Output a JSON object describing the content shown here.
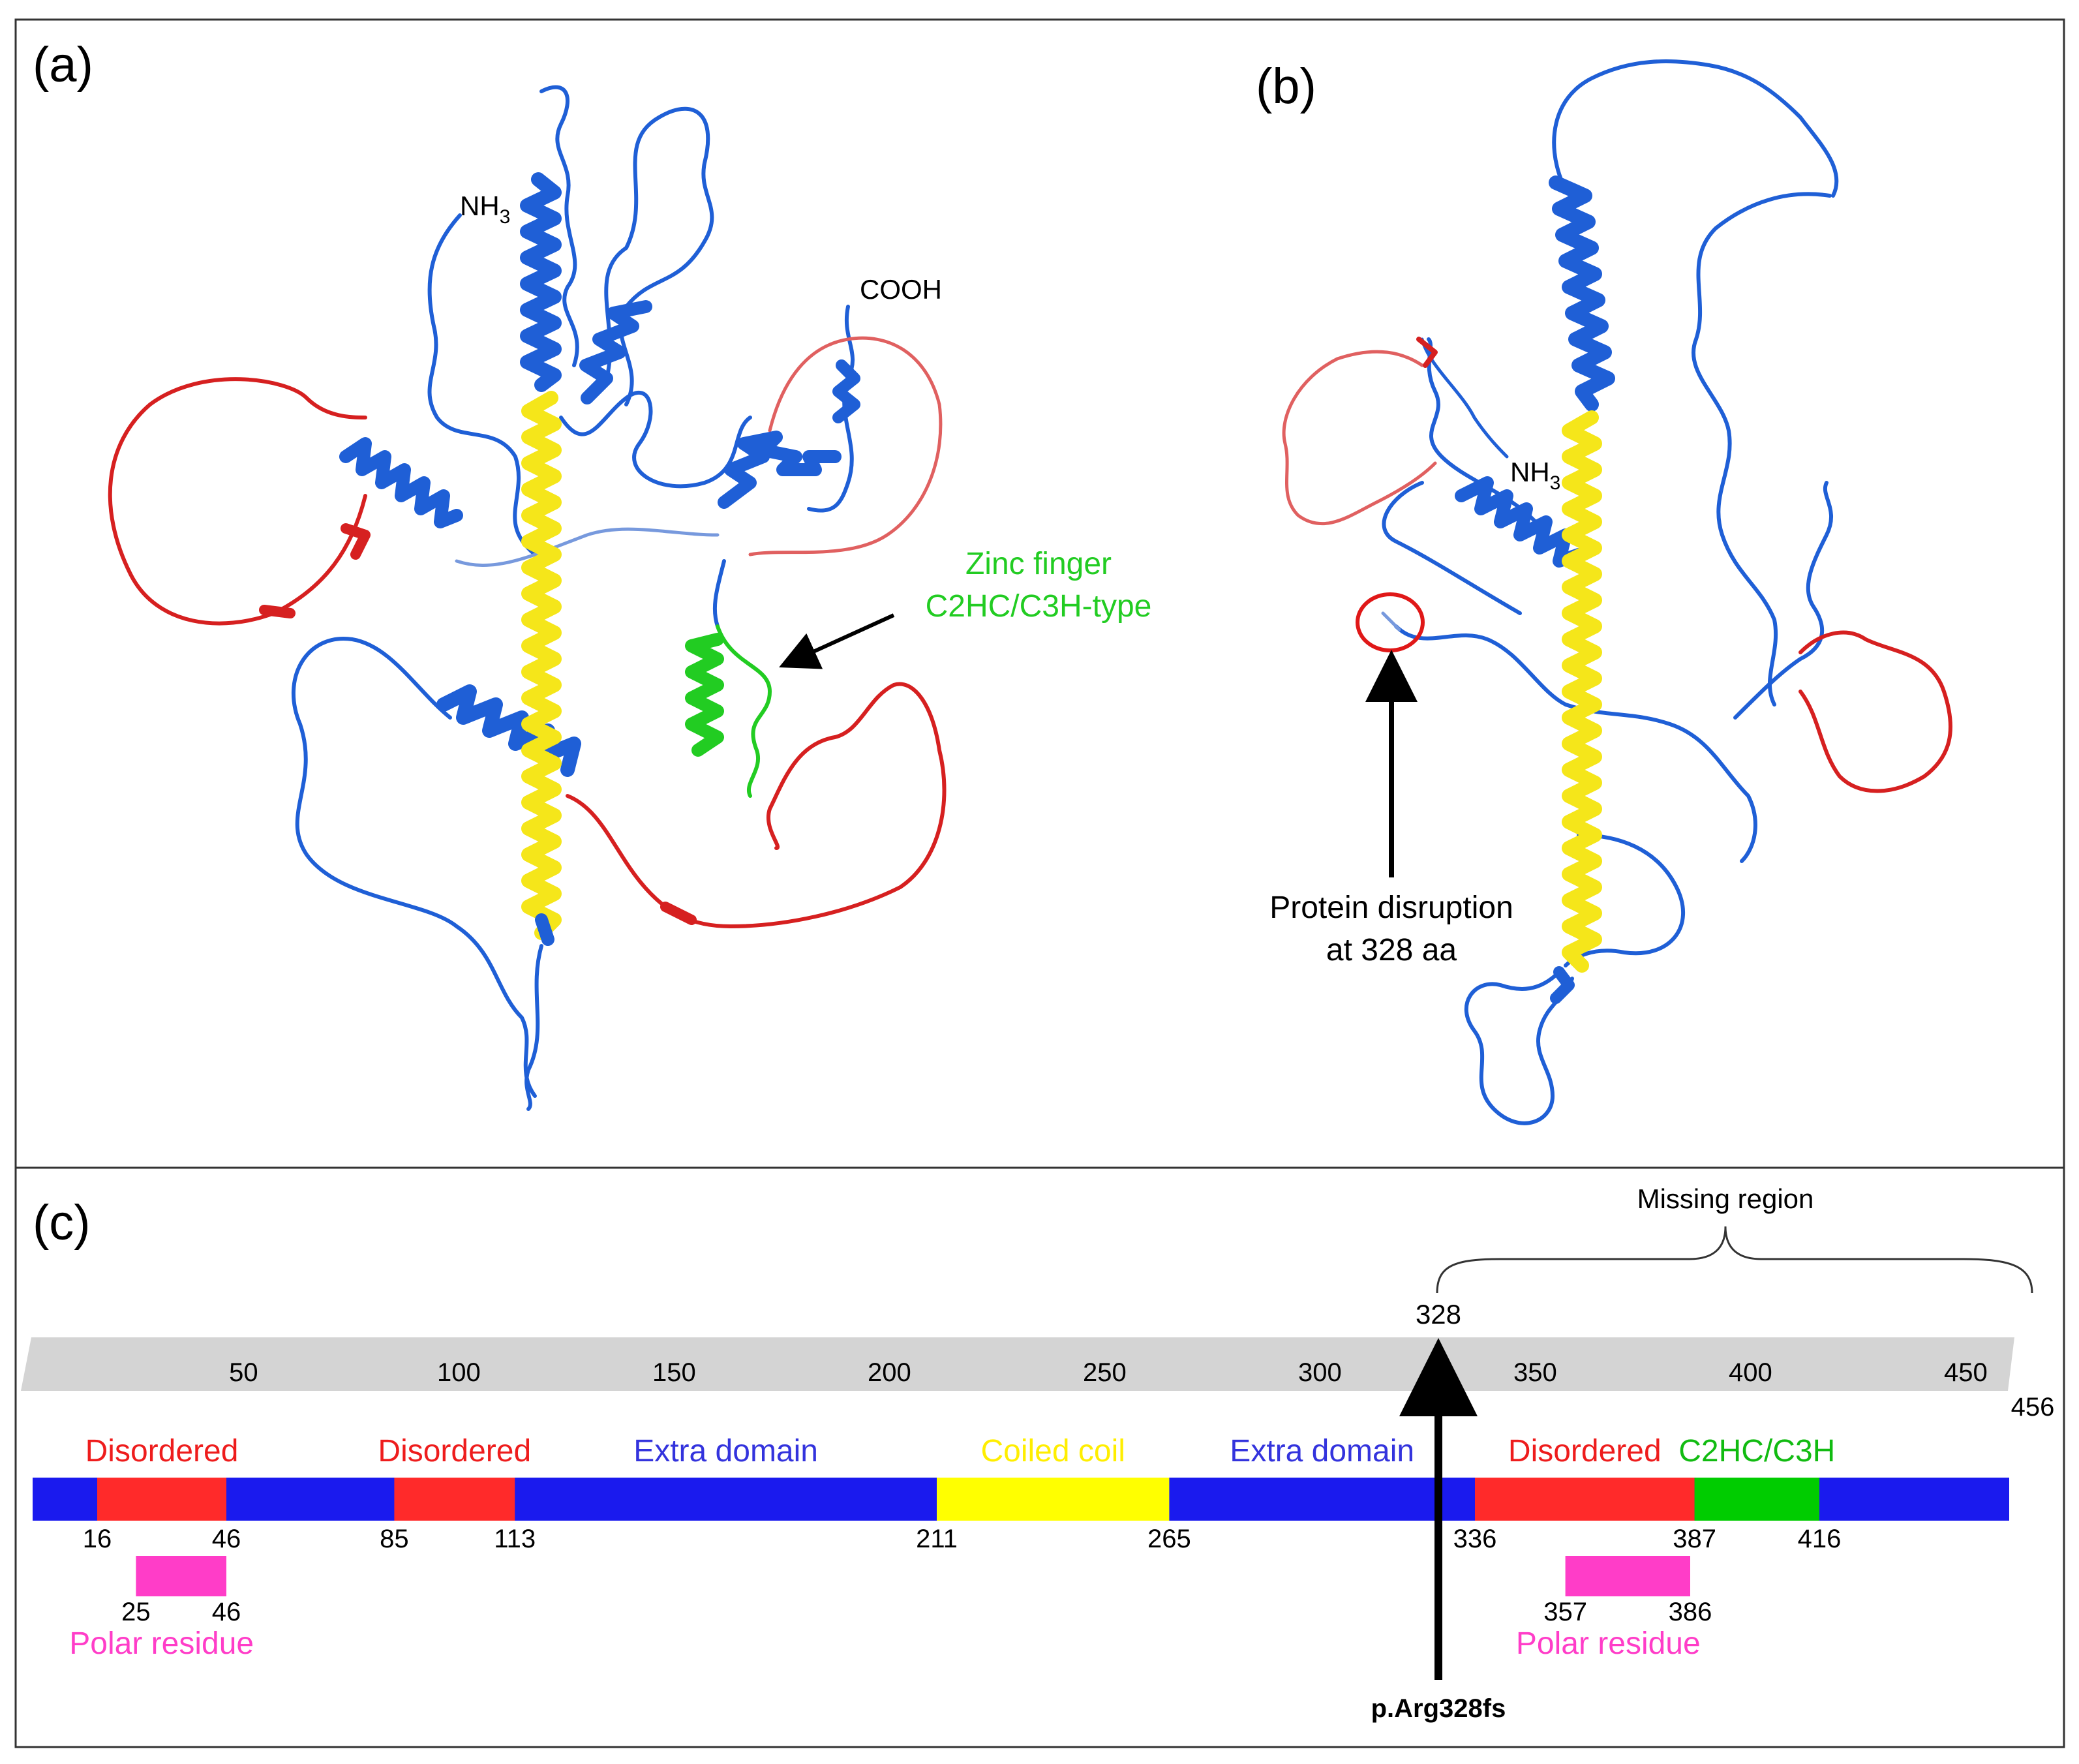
{
  "panels": {
    "a": {
      "label": "(a)",
      "nh3_text": "NH",
      "nh3_sub": "3",
      "cooh": "COOH",
      "zinc_line1": "Zinc finger",
      "zinc_line2": "C2HC/C3H-type"
    },
    "b": {
      "label": "(b)",
      "nh3_text": "NH",
      "nh3_sub": "3",
      "disruption_line1": "Protein disruption",
      "disruption_line2": "at 328 aa"
    },
    "c": {
      "label": "(c)",
      "missing_region": "Missing region",
      "mutation_position": "328",
      "mutation_label": "p.Arg328fs",
      "scale_end_label": "456"
    }
  },
  "colors": {
    "helix_blue": "#1f5fd6",
    "loop_red": "#d62020",
    "coiled_yellow": "#f5e61a",
    "zinc_green": "#22cc22",
    "domain_blue": "#1a1aee",
    "domain_red": "#ff2a2a",
    "domain_yellow": "#ffff00",
    "domain_green": "#00cc00",
    "polar_magenta": "#ff3dc8",
    "ruler_gray": "#d4d4d4"
  },
  "chart_data": {
    "type": "protein_domain_map",
    "protein_length": 456,
    "ruler_ticks": [
      50,
      100,
      150,
      200,
      250,
      300,
      350,
      400,
      450
    ],
    "ruler_end": 456,
    "domains": [
      {
        "name": "Disordered",
        "start": 16,
        "end": 46,
        "color": "#ff2a2a",
        "label_color": "#ee1c1c"
      },
      {
        "name": "Disordered",
        "start": 85,
        "end": 113,
        "color": "#ff2a2a",
        "label_color": "#ee1c1c"
      },
      {
        "name": "Extra domain",
        "start": 113,
        "end": 211,
        "color": null,
        "label_color": "#3333dd"
      },
      {
        "name": "Coiled coil",
        "start": 211,
        "end": 265,
        "color": "#ffff00",
        "label_color": "#ffee00"
      },
      {
        "name": "Extra domain",
        "start": 265,
        "end": 336,
        "color": null,
        "label_color": "#3333dd"
      },
      {
        "name": "Disordered",
        "start": 336,
        "end": 387,
        "color": "#ff2a2a",
        "label_color": "#ee1c1c"
      },
      {
        "name": "C2HC/C3H",
        "start": 387,
        "end": 416,
        "color": "#00cc00",
        "label_color": "#11bb11"
      }
    ],
    "boundary_labels": [
      "16",
      "46",
      "85",
      "113",
      "211",
      "265",
      "336",
      "387",
      "416"
    ],
    "polar_residues": [
      {
        "name": "Polar residue",
        "start": 25,
        "end": 46,
        "start_label": "25",
        "end_label": "46"
      },
      {
        "name": "Polar residue",
        "start": 357,
        "end": 386,
        "start_label": "357",
        "end_label": "386"
      }
    ],
    "mutation": {
      "position": 328,
      "label": "p.Arg328fs"
    },
    "missing_region": {
      "start": 328,
      "end": 456,
      "label": "Missing region"
    }
  }
}
